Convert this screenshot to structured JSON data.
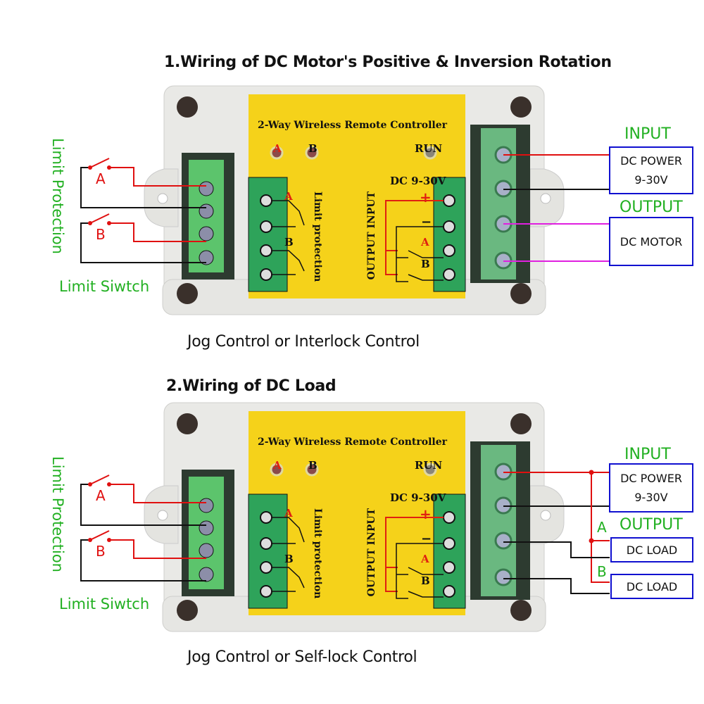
{
  "sections": [
    {
      "title": "1.Wiring of DC Motor's Positive & Inversion Rotation",
      "caption": "Jog Control or Interlock Control",
      "left_vertical_label": "Limit Protection",
      "limit_switch_label": "Limit Siwtch",
      "switch_labels": [
        "A",
        "B"
      ],
      "input_label": "INPUT",
      "output_label": "OUTPUT",
      "power_box": {
        "line1": "DC POWER",
        "line2": "9-30V"
      },
      "load_boxes": [
        "DC MOTOR"
      ]
    },
    {
      "title": "2.Wiring of DC Load",
      "caption": "Jog Control or Self-lock Control",
      "left_vertical_label": "Limit Protection",
      "limit_switch_label": "Limit Siwtch",
      "switch_labels": [
        "A",
        "B"
      ],
      "input_label": "INPUT",
      "output_label": "OUTPUT",
      "power_box": {
        "line1": "DC POWER",
        "line2": "9-30V"
      },
      "load_boxes": [
        "DC LOAD",
        "DC LOAD"
      ],
      "load_channel_labels": [
        "A",
        "B"
      ]
    }
  ],
  "device": {
    "name": "2-Way Wireless Remote Controller",
    "led_labels": [
      "A",
      "B",
      "RUN"
    ],
    "voltage": "DC 9-30V",
    "limit_text": "Limit protection",
    "io_text": "OUTPUT INPUT",
    "plus": "+",
    "minus": "−",
    "channel_a": "A",
    "channel_b": "B"
  },
  "colors": {
    "label_green": "#22b022",
    "box_blue": "#1010d0",
    "wire_red": "#e01010",
    "wire_black": "#111111",
    "wire_magenta": "#e020e0",
    "panel_yellow": "#f5d21a",
    "terminal_green": "#3cb060"
  }
}
